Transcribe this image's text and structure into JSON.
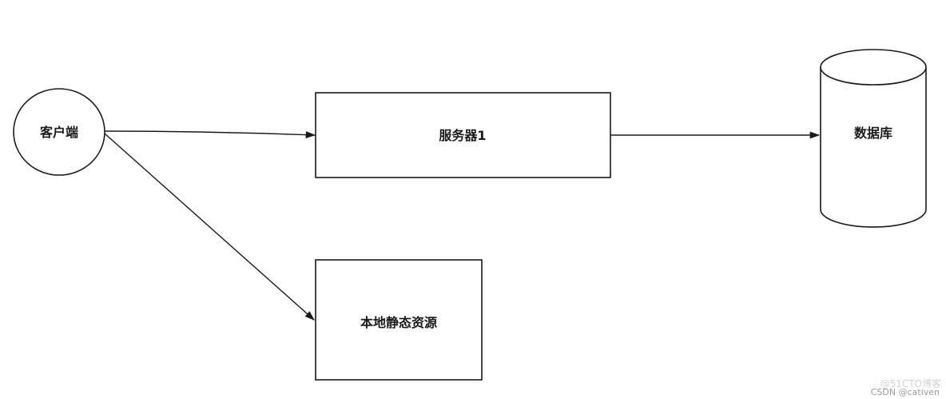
{
  "nodes": {
    "client": "客户端",
    "server": "服务器1",
    "database": "数据库",
    "static_resources": "本地静态资源"
  },
  "watermarks": {
    "site": "@51CTO博客",
    "author": "CSDN @cativen"
  },
  "colors": {
    "stroke": "#1a1a1a",
    "background": "#ffffff"
  }
}
